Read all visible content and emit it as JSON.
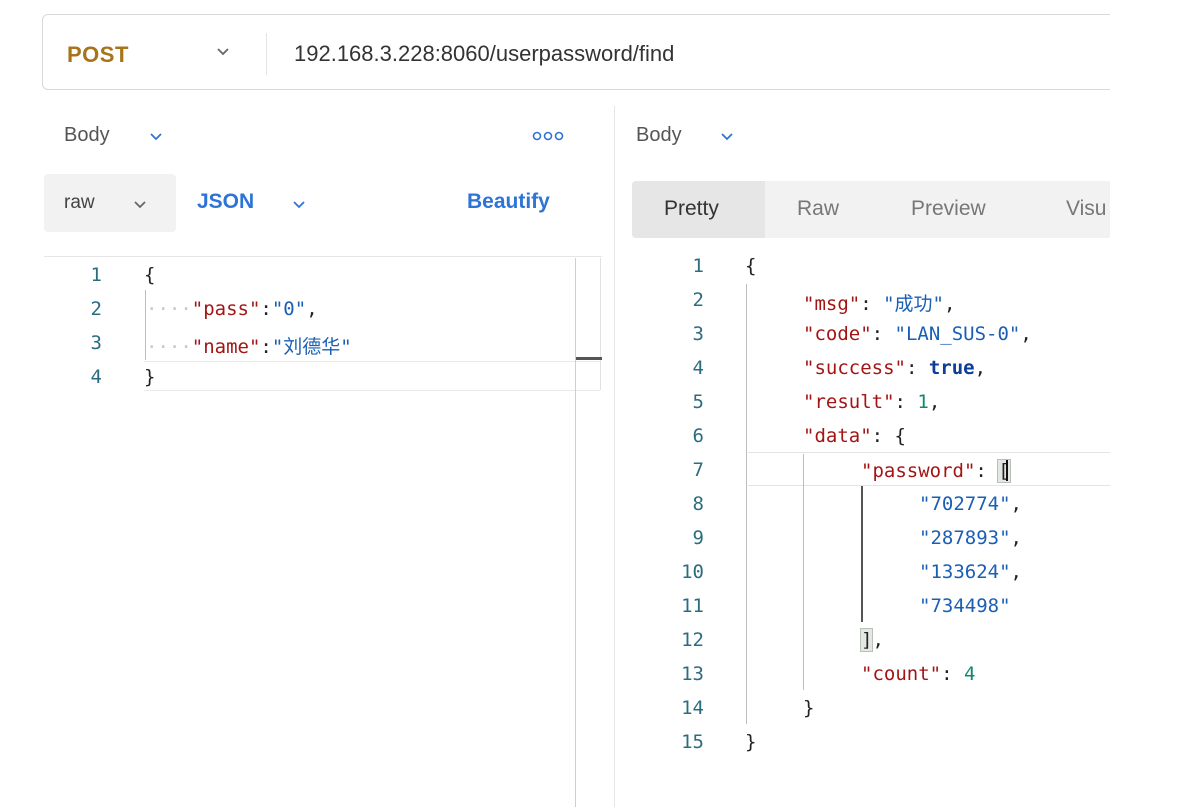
{
  "request": {
    "method": "POST",
    "url": "192.168.3.228:8060/userpassword/find"
  },
  "left_panel": {
    "section_label": "Body",
    "body_type": "raw",
    "format": "JSON",
    "beautify_label": "Beautify",
    "line_numbers": [
      "1",
      "2",
      "3",
      "4"
    ],
    "code": {
      "open": "{",
      "indent": "····",
      "pass_key": "\"pass\"",
      "pass_value": "\"0\"",
      "name_key": "\"name\"",
      "name_value": "\"刘德华\"",
      "colon": ":",
      "comma": ",",
      "close": "}"
    }
  },
  "right_panel": {
    "section_label": "Body",
    "tabs": [
      "Pretty",
      "Raw",
      "Preview",
      "Visu"
    ],
    "active_tab": "Pretty",
    "line_numbers": [
      "1",
      "2",
      "3",
      "4",
      "5",
      "6",
      "7",
      "8",
      "9",
      "10",
      "11",
      "12",
      "13",
      "14",
      "15"
    ],
    "code": {
      "open": "{",
      "msg_key": "\"msg\"",
      "msg_value": "\"成功\"",
      "code_key": "\"code\"",
      "code_value": "\"LAN_SUS-0\"",
      "success_key": "\"success\"",
      "success_value": "true",
      "result_key": "\"result\"",
      "result_value": "1",
      "data_key": "\"data\"",
      "data_open": "{",
      "password_key": "\"password\"",
      "array_open": "[",
      "passwords": [
        "\"702774\"",
        "\"287893\"",
        "\"133624\"",
        "\"734498\""
      ],
      "array_close": "]",
      "count_key": "\"count\"",
      "count_value": "4",
      "data_close": "}",
      "close": "}",
      "colon_sep": ": ",
      "comma": ","
    }
  },
  "colors": {
    "method": "#a8741a",
    "accent": "#2e74d6",
    "json_key": "#a31515",
    "json_string": "#1a5fb4",
    "json_number": "#0f8a6e",
    "json_bool": "#0b3d99"
  }
}
